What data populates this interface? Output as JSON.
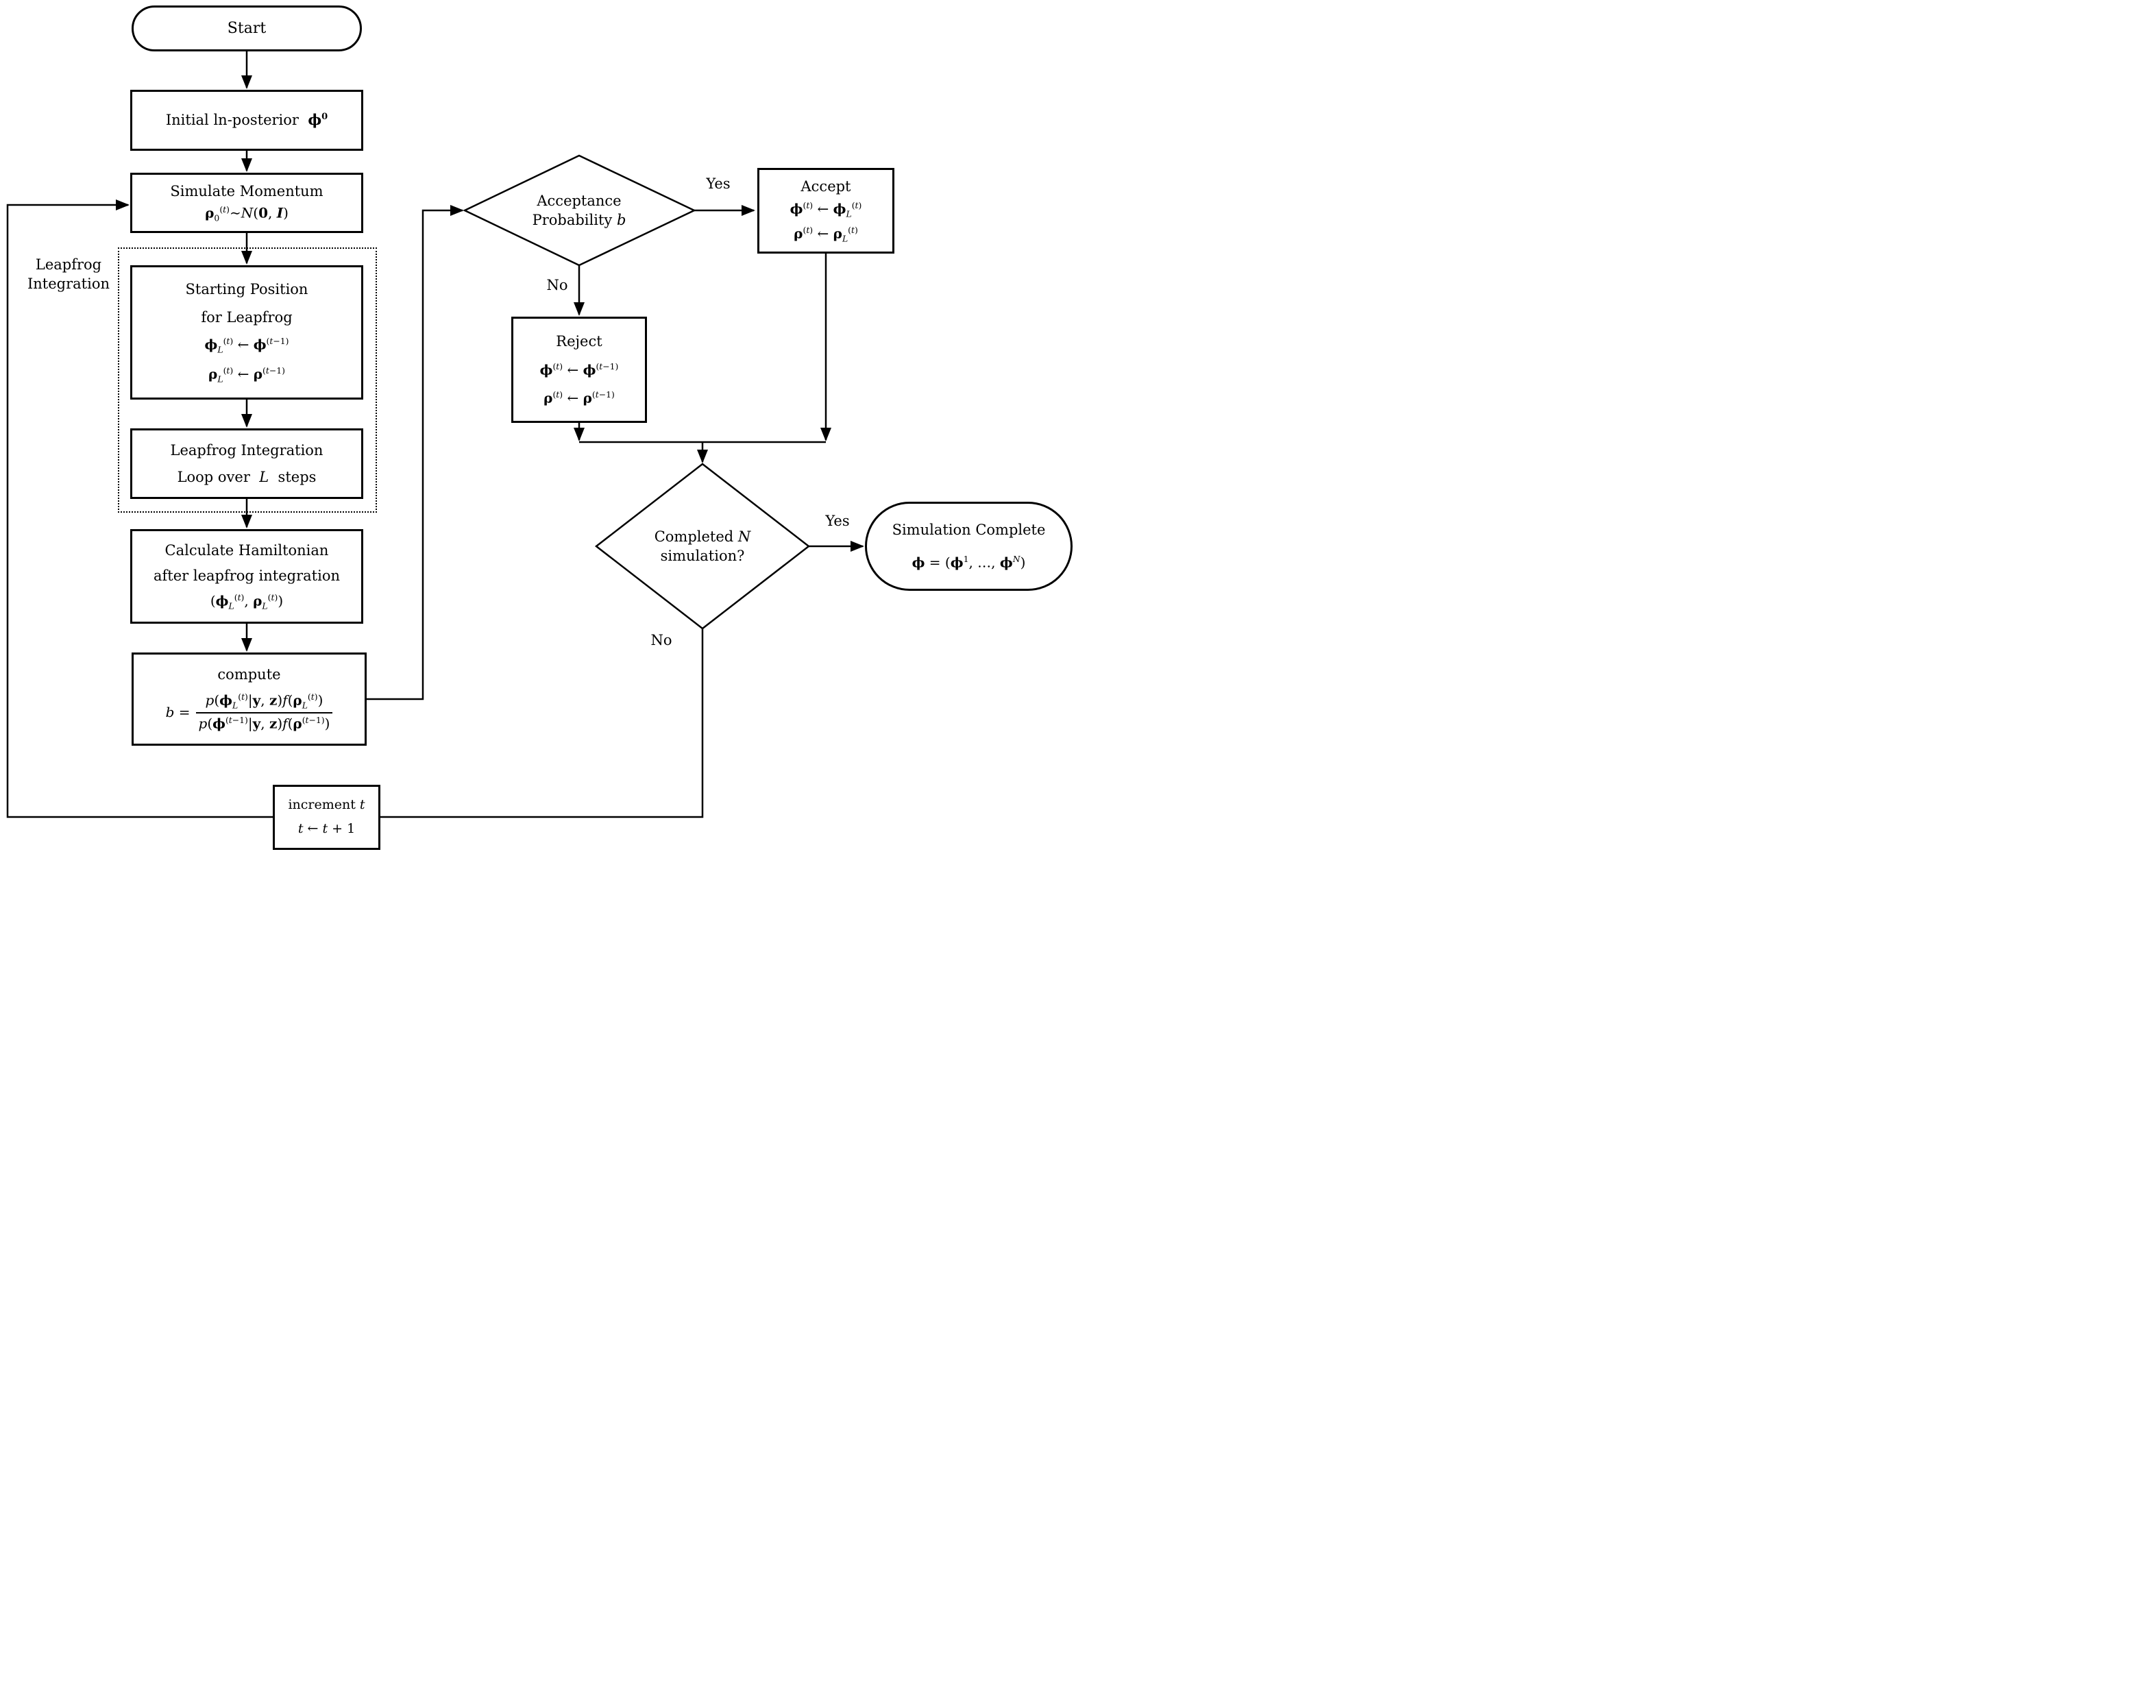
{
  "flowchart": {
    "start": {
      "label": "Start"
    },
    "initial_posterior": {
      "text_html": "Initial ln-posterior&nbsp; <b>ϕ<sup>0</sup></b>"
    },
    "simulate_momentum": {
      "title": "Simulate Momentum",
      "formula_html": "<b>ρ</b><sub>0</sub><sup>(<i>t</i>)</sup>∼<i>N</i>(<b>0</b>, <b><i>I</i></b>)"
    },
    "leapfrog_region": {
      "label_line1": "Leapfrog",
      "label_line2": "Integration"
    },
    "starting_position": {
      "title_line1": "Starting Position",
      "title_line2": "for Leapfrog",
      "formula1_html": "<b>ϕ</b><sub><i>L</i></sub><sup>(<i>t</i>)</sup> ← <b>ϕ</b><sup>(<i>t</i>−1)</sup>",
      "formula2_html": "<b>ρ</b><sub><i>L</i></sub><sup>(<i>t</i>)</sup> ← <b>ρ</b><sup>(<i>t</i>−1)</sup>"
    },
    "leapfrog_loop": {
      "line1": "Leapfrog Integration",
      "line2_html": "Loop over&nbsp; <i>L</i>&nbsp; steps"
    },
    "calculate_hamiltonian": {
      "line1": "Calculate Hamiltonian",
      "line2": "after leapfrog integration",
      "formula_html": "(<b>ϕ</b><sub><i>L</i></sub><sup>(<i>t</i>)</sup>, <b>ρ</b><sub><i>L</i></sub><sup>(<i>t</i>)</sup>)"
    },
    "compute_b": {
      "title": "compute",
      "lhs_html": "<i>b</i> =",
      "numerator_html": "<i>p</i>(<b>ϕ</b><sub><i>L</i></sub><sup>(<i>t</i>)</sup>|<b>y</b>, <b>z</b>)<i>f</i>(<b>ρ</b><sub><i>L</i></sub><sup>(<i>t</i>)</sup>)",
      "denominator_html": "<i>p</i>(<b>ϕ</b><sup>(<i>t</i>−1)</sup>|<b>y</b>, <b>z</b>)<i>f</i>(<b>ρ</b><sup>(<i>t</i>−1)</sup>)"
    },
    "acceptance_decision": {
      "line1": "Acceptance",
      "line2_html": "Probability <i>b</i>"
    },
    "accept": {
      "title": "Accept",
      "formula1_html": "<b>ϕ</b><sup>(<i>t</i>)</sup> ← <b>ϕ</b><sub><i>L</i></sub><sup>(<i>t</i>)</sup>",
      "formula2_html": "<b>ρ</b><sup>(<i>t</i>)</sup> ← <b>ρ</b><sub><i>L</i></sub><sup>(<i>t</i>)</sup>"
    },
    "reject": {
      "title": "Reject",
      "formula1_html": "<b>ϕ</b><sup>(<i>t</i>)</sup> ← <b>ϕ</b><sup>(<i>t</i>−1)</sup>",
      "formula2_html": "<b>ρ</b><sup>(<i>t</i>)</sup> ← <b>ρ</b><sup>(<i>t</i>−1)</sup>"
    },
    "completed_decision": {
      "line1_html": "Completed <i>N</i>",
      "line2": "simulation?"
    },
    "simulation_complete": {
      "title": "Simulation Complete",
      "formula_html": "<b>ϕ</b> = (<b>ϕ</b><sup>1</sup>, …, <b>ϕ</b><sup><i>N</i></sup>)"
    },
    "increment": {
      "line1_html": "increment <i>t</i>",
      "line2_html": "<i>t</i> ← <i>t</i> + 1"
    },
    "edge_labels": {
      "accept_yes": "Yes",
      "accept_no": "No",
      "complete_yes": "Yes",
      "complete_no": "No"
    },
    "colors": {
      "stroke": "#000000",
      "background": "#ffffff"
    }
  }
}
